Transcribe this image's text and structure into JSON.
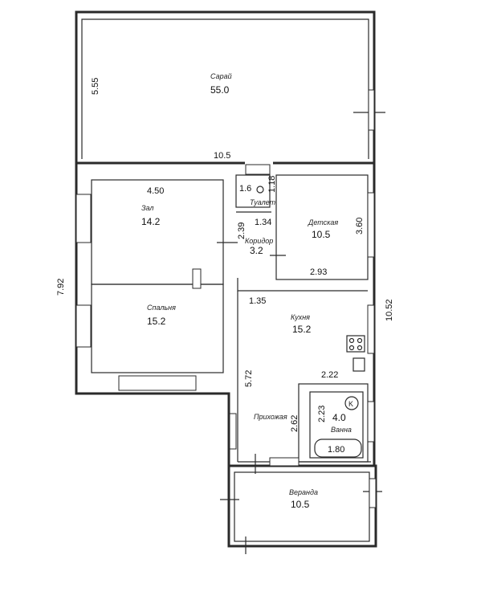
{
  "rooms": {
    "saray": {
      "name": "Сарай",
      "area": "55.0"
    },
    "tualet": {
      "name": "Туалет",
      "area": "1.6"
    },
    "detskaya": {
      "name": "Детская",
      "area": "10.5"
    },
    "zal": {
      "name": "Зал",
      "area": "14.2"
    },
    "koridor": {
      "name": "Коридор",
      "area": "3.2"
    },
    "spalnya": {
      "name": "Спальня",
      "area": "15.2"
    },
    "kukhnya": {
      "name": "Кухня",
      "area": "15.2"
    },
    "prikhozhaya": {
      "name": "Прихожая"
    },
    "vannaya": {
      "name": "Ванна",
      "area": "4.0"
    },
    "veranda": {
      "name": "Веранда",
      "area": "10.5"
    }
  },
  "dimensions": {
    "saray_height": "5.55",
    "saray_width": "10.5",
    "zal_width": "4.50",
    "tualet_depth": "1.18",
    "koridor_width": "1.34",
    "koridor_height": "2.39",
    "detskaya_height": "3.60",
    "detskaya_width": "2.93",
    "house_depth": "7.92",
    "total_length": "10.52",
    "kitchen_offset": "1.35",
    "kitchen_length": "5.72",
    "kitchen_width": "2.22",
    "hall_length": "2.62",
    "bath_length": "2.23",
    "tub_length": "1.80"
  },
  "symbols": {
    "boiler": "K"
  }
}
